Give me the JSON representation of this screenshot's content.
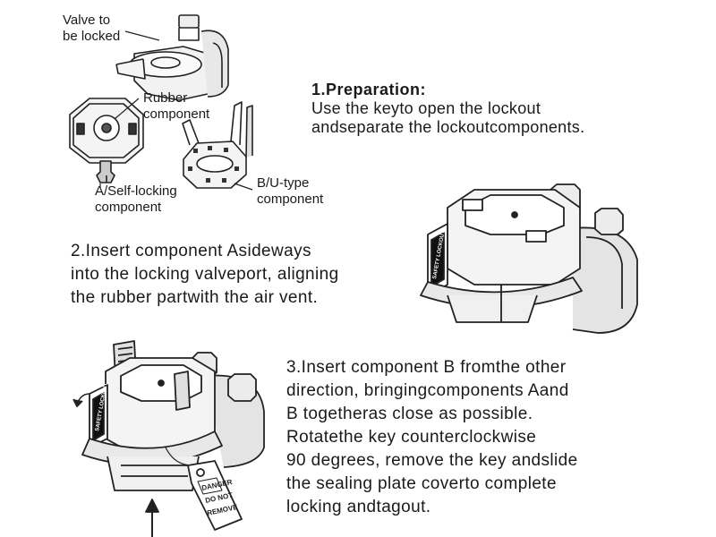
{
  "diagram": {
    "labels": {
      "valve_line1": "Valve to",
      "valve_line2": "be locked",
      "rubber_line1": "Rubber",
      "rubber_line2": "component",
      "a_line1": "A/Self-locking",
      "a_line2": "component",
      "b_line1": "B/U-type",
      "b_line2": "component"
    },
    "tag": {
      "line1": "DANGER",
      "line2": "DO NOT",
      "line3": "REMOVE"
    },
    "lock_text": "SAFETY LOCKOUT"
  },
  "steps": [
    {
      "title": "1.Preparation:",
      "lines": [
        "Use the keyto open the lockout",
        "andseparate the lockoutcomponents."
      ]
    },
    {
      "lines": [
        "2.Insert component Asideways",
        "into the locking valveport, aligning",
        "the rubber partwith the air vent."
      ]
    },
    {
      "lines": [
        "3.Insert component B fromthe other",
        "direction, bringingcomponents Aand",
        "B togetheras close as possible.",
        "Rotatethe key counterclockwise",
        "90 degrees, remove the key andslide",
        "the sealing plate coverto complete",
        "locking andtagout."
      ]
    }
  ]
}
